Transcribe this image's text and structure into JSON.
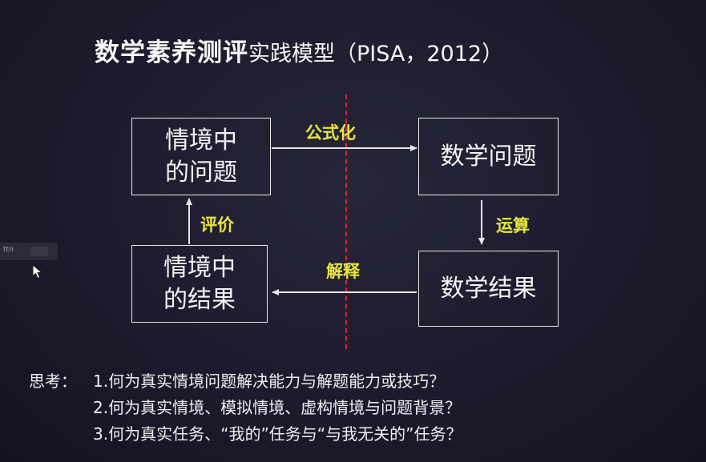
{
  "title": {
    "bold": "数学素养测评",
    "normal": "实践模型（PISA，2012）"
  },
  "boxes": {
    "context_problem": [
      "情境中",
      "的问题"
    ],
    "math_problem": [
      "数学问题"
    ],
    "math_result": [
      "数学结果"
    ],
    "context_result": [
      "情境中",
      "的结果"
    ]
  },
  "arrows": {
    "formulate": "公式化",
    "employ": "运算",
    "interpret": "解释",
    "evaluate": "评价"
  },
  "think": {
    "label": "思考：",
    "q1": "1.何为真实情境问题解决能力与解题能力或技巧？",
    "q2": "2.何为真实情境、模拟情境、虚构情境与问题背景？",
    "q3": "3.何为真实任务、“我的”任务与“与我无关的”任务？"
  },
  "colors": {
    "background": "#1c1b2c",
    "arrow_label": "#e8e73e",
    "divider": "#d6283a",
    "box_border": "#e8e8e8"
  },
  "side_tab": {
    "text": "ttn"
  }
}
